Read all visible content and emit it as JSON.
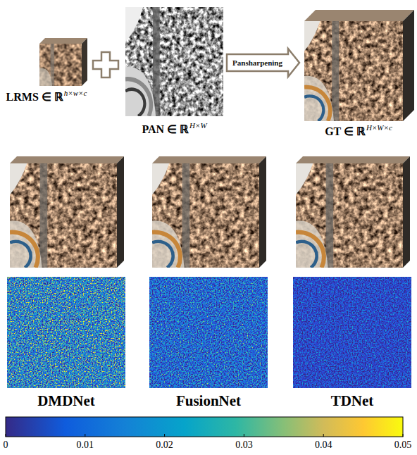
{
  "diagram": {
    "nodes": [
      {
        "text": [
          "LRMS ∈ ℝ",
          "h×w×c"
        ]
      },
      {
        "text": [
          "PAN ∈ ℝ",
          "H×W"
        ]
      },
      {
        "text": [
          "GT ∈ ℝ",
          "H×W×c"
        ]
      },
      {
        "text": [
          "DMDNet"
        ]
      },
      {
        "text": [
          "FusionNet"
        ]
      },
      {
        "text": [
          "TDNet"
        ]
      }
    ],
    "edges": [
      {
        "from": 1,
        "to": 2,
        "arrow": "to",
        "label": "Pansharpening"
      }
    ],
    "labels": [
      "0",
      "0.01",
      "0.02",
      "0.03",
      "0.04",
      "0.05"
    ]
  }
}
